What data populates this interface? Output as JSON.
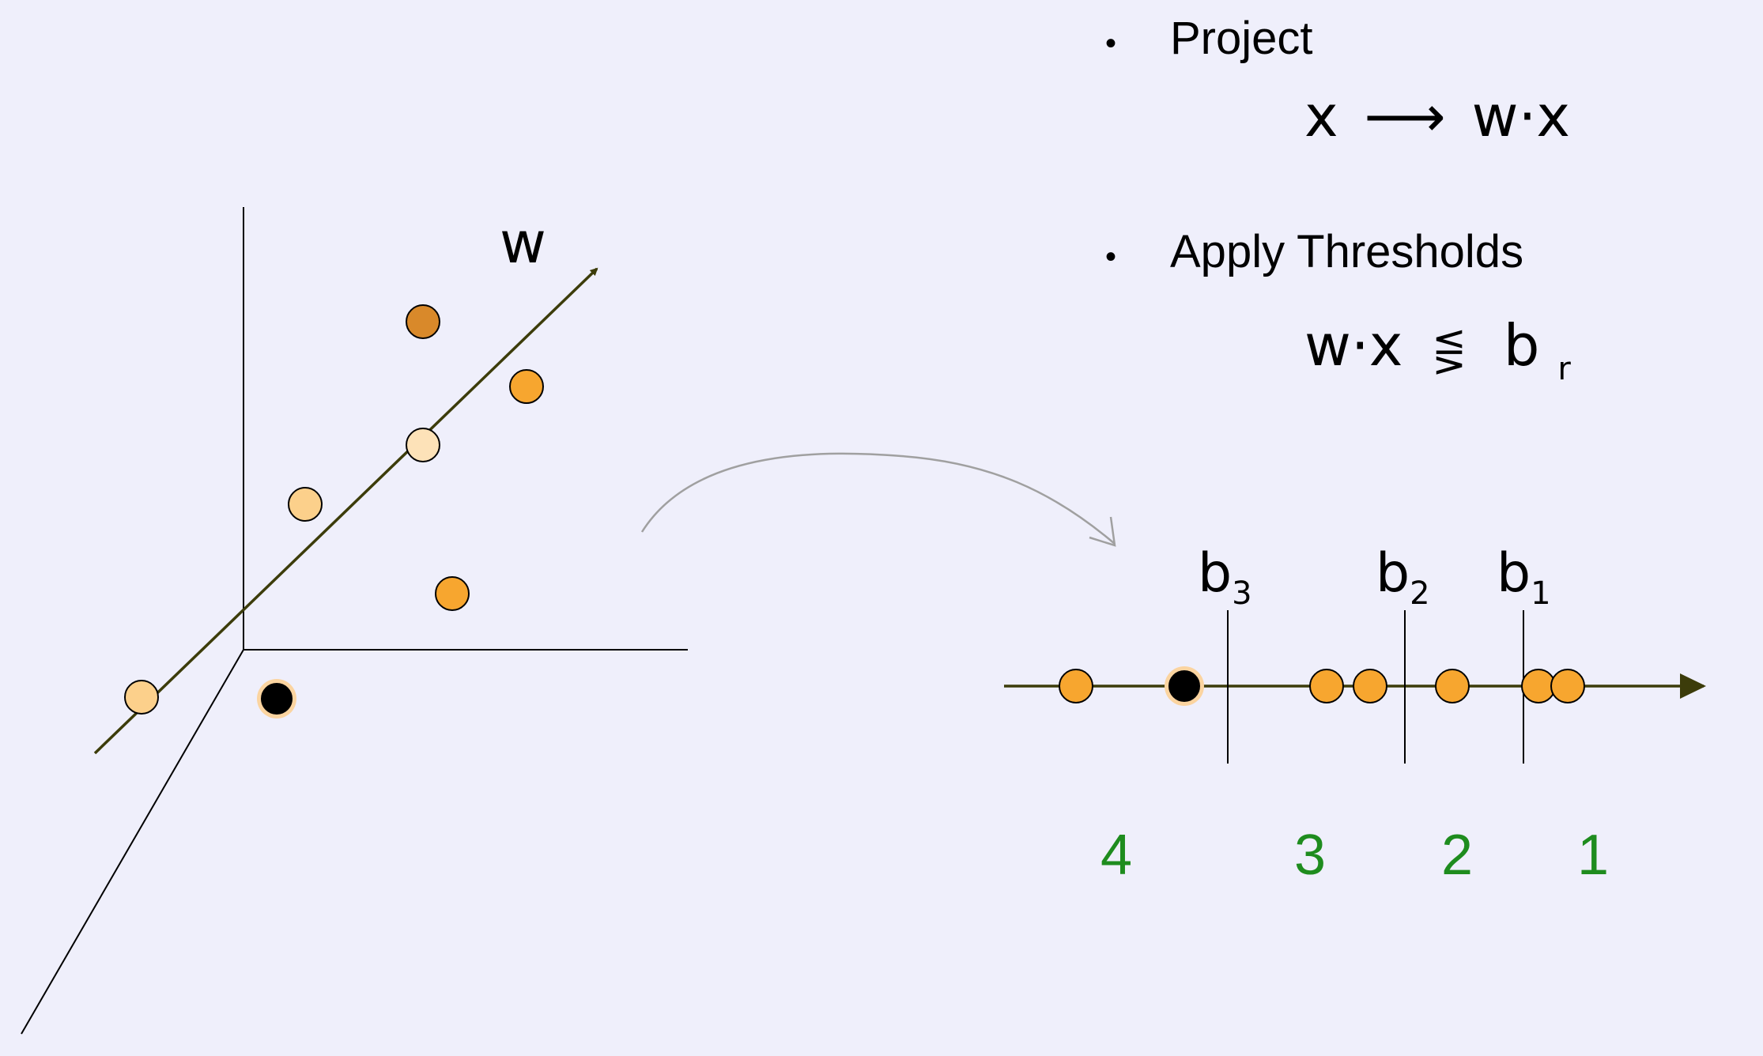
{
  "bullets": [
    {
      "label": "Project",
      "formula": {
        "lhs": "x",
        "arrow": "⟶",
        "rhs": "w·x"
      }
    },
    {
      "label": "Apply Thresholds",
      "formula": {
        "expr": "w·x",
        "rel": "⋚",
        "var": "b",
        "sub": "r"
      }
    }
  ],
  "bullet_char": "•",
  "diagram": {
    "vector_label": "w",
    "points_3d": [
      {
        "fill": "#d9892a"
      },
      {
        "fill": "#f7a62f"
      },
      {
        "fill": "#fde2b8"
      },
      {
        "fill": "#fcd08b"
      },
      {
        "fill": "#f7a62f"
      },
      {
        "fill": "#fcd08b"
      },
      {
        "fill": "#000000",
        "halo": "#fbd4a0"
      }
    ]
  },
  "number_line": {
    "thresholds": [
      {
        "var": "b",
        "sub": "3"
      },
      {
        "var": "b",
        "sub": "2"
      },
      {
        "var": "b",
        "sub": "1"
      }
    ],
    "regions": [
      "4",
      "3",
      "2",
      "1"
    ],
    "region_color": "#1e8c1e",
    "points": [
      {
        "fill": "#f7a62f"
      },
      {
        "fill": "#000000",
        "halo": "#fbd4a0"
      },
      {
        "fill": "#f7a62f"
      },
      {
        "fill": "#f7a62f"
      },
      {
        "fill": "#f7a62f"
      },
      {
        "fill": "#f7a62f"
      },
      {
        "fill": "#f7a62f"
      }
    ]
  },
  "colors": {
    "background": "#efeffb",
    "axis_arrow": "#3c3c0a",
    "axes": "#000000",
    "curve": "#a0a0a0"
  }
}
